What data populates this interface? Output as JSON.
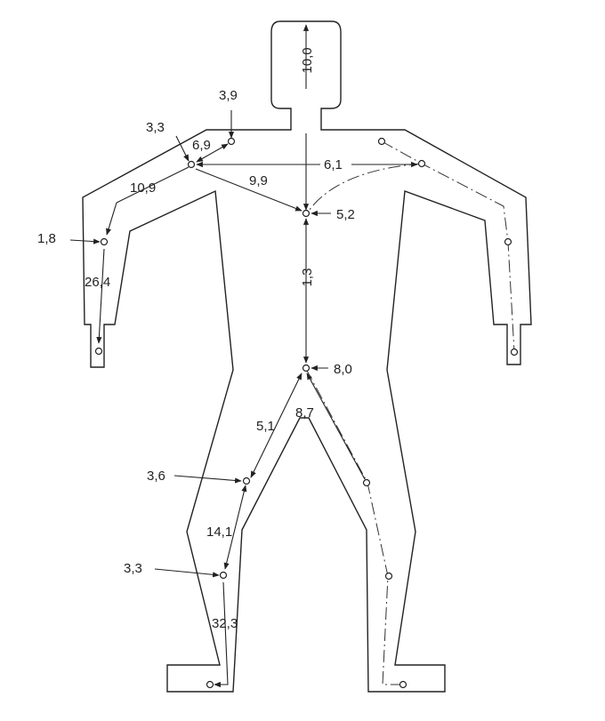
{
  "labels": {
    "head_height": "10,0",
    "neck_offset": "3,9",
    "shoulder_drop": "3,3",
    "shoulder_inner": "6,9",
    "shoulder_span": "6,1",
    "upper_arm": "10,9",
    "shoulder_to_center": "9,9",
    "chest_center": "5,2",
    "elbow_offset": "1,8",
    "forearm": "26,4",
    "torso": "1,3",
    "hip_center": "8,0",
    "hip_to_knee_left": "5,1",
    "hip_to_knee_right": "8,7",
    "knee_offset": "3,6",
    "shin": "14,1",
    "ankle_offset": "3,3",
    "foot_length": "32,3"
  }
}
